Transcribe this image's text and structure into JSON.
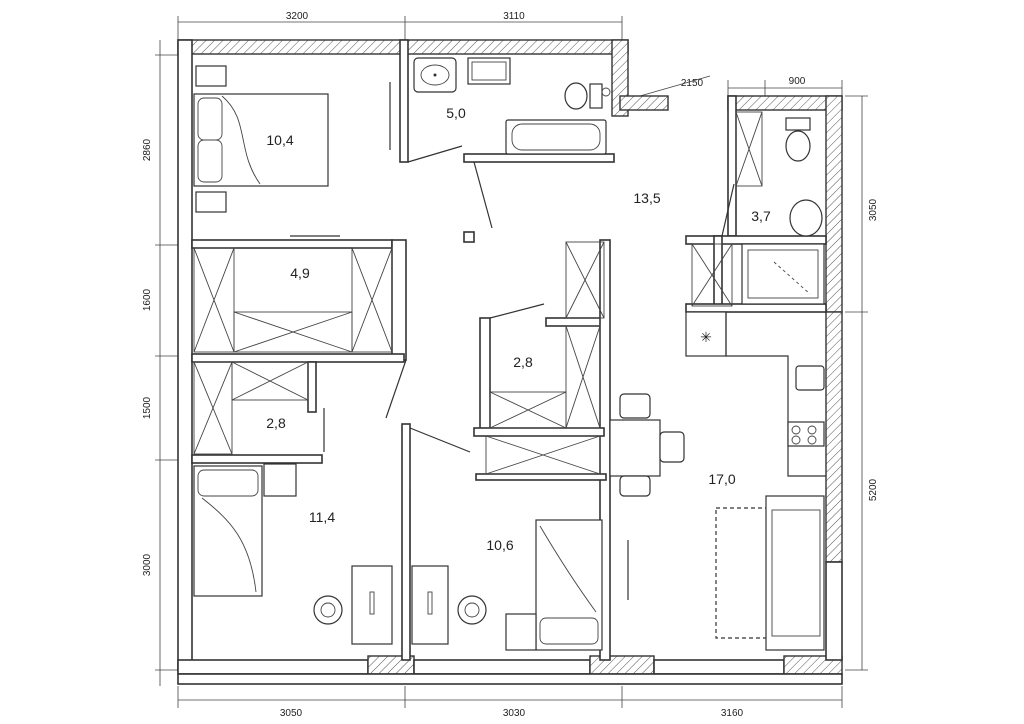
{
  "rooms": {
    "bedroom_top_left": "10,4",
    "bathroom_top": "5,0",
    "hall": "13,5",
    "bathroom_right": "3,7",
    "wardrobe_left": "4,9",
    "closet_center": "2,8",
    "closet_left": "2,8",
    "bedroom_bottom_left": "11,4",
    "bedroom_bottom_center": "10,6",
    "kitchen_living": "17,0"
  },
  "dimensions": {
    "top_left": "3200",
    "top_mid": "3110",
    "top_niche": "2150",
    "top_right": "900",
    "left_1": "2860",
    "left_2": "1600",
    "left_3": "1500",
    "left_4": "3000",
    "right_1": "3050",
    "right_2": "5200",
    "bottom_1": "3050",
    "bottom_2": "3030",
    "bottom_3": "3160"
  }
}
